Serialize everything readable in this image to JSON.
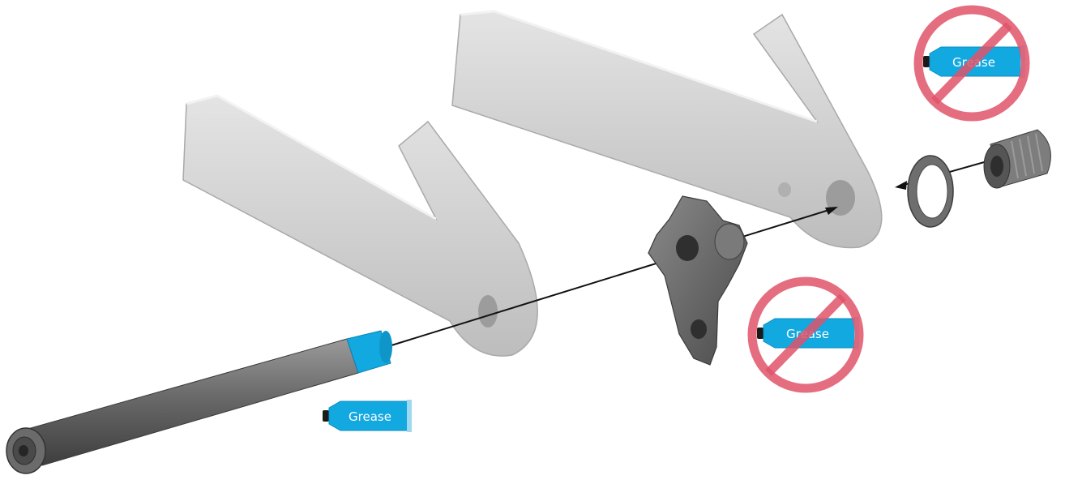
{
  "diagram": {
    "grease_labels": {
      "axle": "Grease",
      "hanger": "Grease",
      "insert": "Grease"
    },
    "colors": {
      "grease_blue": "#12a8e0",
      "prohibit_red": "#e0546a",
      "frame_gray": "#c9c9c9",
      "metal_dark": "#5d5d5d"
    },
    "grease_required": {
      "axle": true,
      "hanger": false,
      "insert": false
    }
  }
}
